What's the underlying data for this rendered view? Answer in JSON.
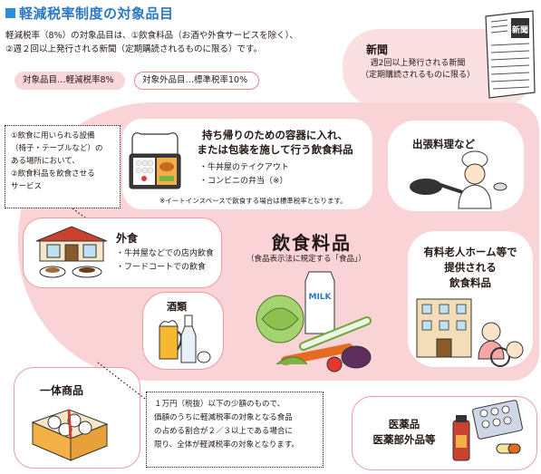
{
  "title": "軽減税率制度の対象品目",
  "intro": {
    "line1": "軽減税率（8%）の対象品目は、①飲食料品（お酒や外食サービスを除く）、",
    "line2": "②週２回以上発行される新聞（定期購読されるものに限る）です。"
  },
  "legend": {
    "target": "対象品目…軽減税率8%",
    "non_target": "対象外品目…標準税率10%"
  },
  "newspaper": {
    "title": "新聞",
    "desc1": "週2回以上発行される新聞",
    "desc2": "（定期購読されるものに限る）",
    "paper_mark": "新聞"
  },
  "takeout": {
    "title1": "持ち帰りのための容器に入れ、",
    "title2": "または包装を施して行う飲食料品",
    "item1": "・牛丼屋のテイクアウト",
    "item2": "・コンビニの弁当（※）",
    "note": "※イートインスペースで飲食する場合は標準税率となります。"
  },
  "dinein_note": {
    "line1": "①飲食に用いられる設備",
    "line2": "（椅子・テーブルなど）の",
    "line3": "ある場所において、",
    "line4": "②飲食料品を飲食させる",
    "line5": "サービス"
  },
  "dinein": {
    "title": "外食",
    "item1": "・牛丼屋などでの店内飲食",
    "item2": "・フードコートでの飲食"
  },
  "center": {
    "title": "飲食料品",
    "sub": "（食品表示法に規定する「食品」）",
    "milk_label": "MILK"
  },
  "catering": {
    "title": "出張料理など"
  },
  "nursing": {
    "title1": "有料老人ホーム等で",
    "title2": "提供される",
    "title3": "飲食料品"
  },
  "alcohol": {
    "title": "酒類"
  },
  "bundled": {
    "title": "一体商品"
  },
  "bundled_note": {
    "line1": "１万円（税抜）以下の少額のもので、",
    "line2": "価額のうちに軽減税率の対象となる食品",
    "line3": "の占める割合が２／３以上である場合に",
    "line4": "限り、全体が軽減税率の対象となります。"
  },
  "medicine": {
    "title1": "医薬品",
    "title2": "医薬部外品等"
  },
  "colors": {
    "title_blue": "#2b78c4",
    "target_pink": "#f9d3d5",
    "non_target_border": "#ed9aa0"
  }
}
